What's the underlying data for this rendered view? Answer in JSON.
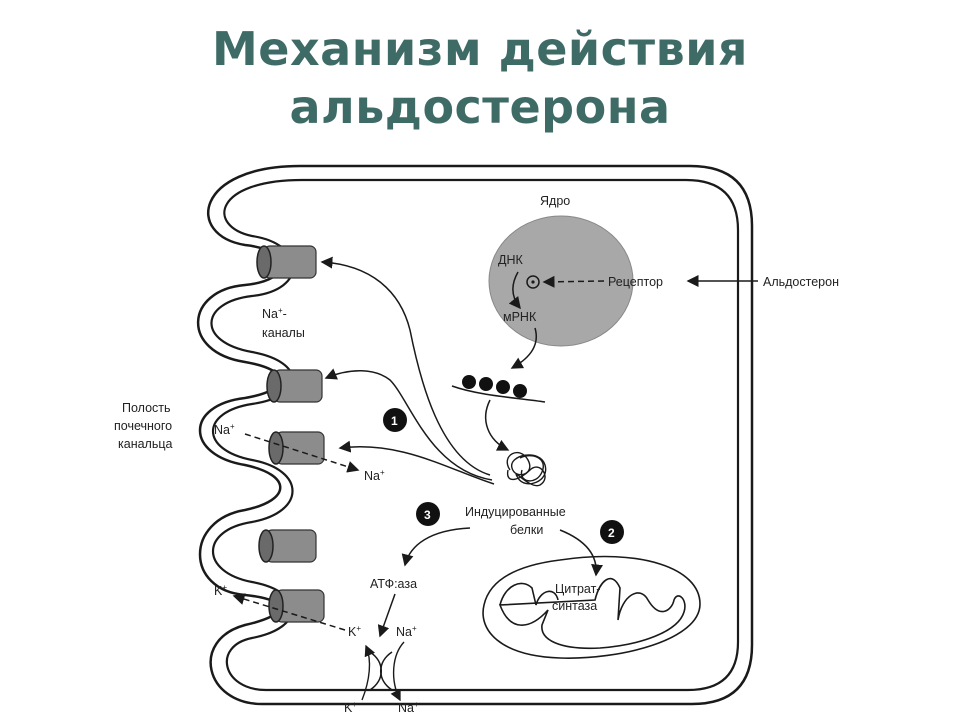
{
  "title": {
    "line1": "Механизм действия",
    "line2": "альдостерона"
  },
  "labels": {
    "nucleus": "Ядро",
    "dna": "ДНК",
    "mrna": "мРНК",
    "receptor": "Рецептор",
    "aldosterone": "Альдостерон",
    "na_channels_1": "Na",
    "na_channels_1_sup": "+",
    "na_channels_1_suffix": "-",
    "na_channels_2": "каналы",
    "lumen_1": "Полость",
    "lumen_2": "почечного",
    "lumen_3": "канальца",
    "na_in": "Na",
    "na_out": "Na",
    "induced_1": "Индуцированные",
    "induced_2": "белки",
    "atpase": "АТФ:аза",
    "citrate_1": "Цитрат-",
    "citrate_2": "синтаза",
    "k_out": "K",
    "k_in": "K",
    "na_pump_in": "Na",
    "k_pump": "K",
    "na_pump_out": "Na",
    "plus": "+",
    "marker_1": "1",
    "marker_2": "2",
    "marker_3": "3"
  },
  "colors": {
    "title": "#3f6b67",
    "nucleus_fill": "#a8a8a8",
    "channel_fill": "#8c8c8c",
    "line": "#1a1a1a"
  }
}
